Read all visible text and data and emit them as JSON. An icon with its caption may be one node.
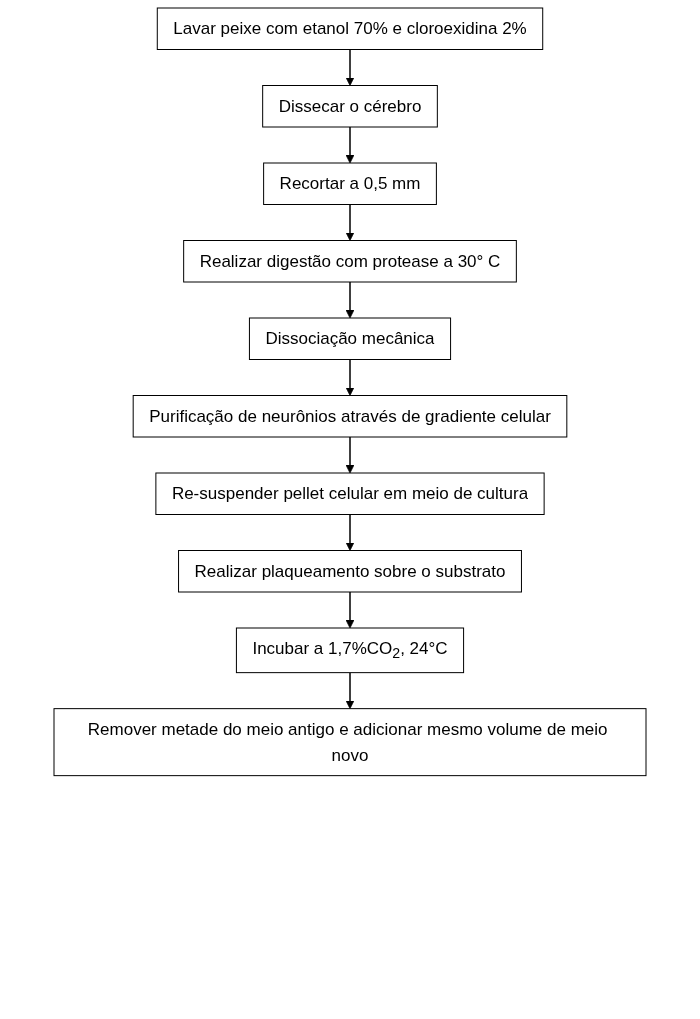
{
  "diagram": {
    "nodes": [
      {
        "text": [
          "Lavar peixe com etanol 70% e cloroexidina 2%"
        ]
      },
      {
        "text": [
          "Dissecar o cérebro"
        ]
      },
      {
        "text": [
          "Recortar a 0,5 mm"
        ]
      },
      {
        "text": [
          "Realizar digestão com protease a 30° C"
        ]
      },
      {
        "text": [
          "Dissociação mecânica"
        ]
      },
      {
        "text": [
          "Purificação de neurônios através de gradiente celular"
        ]
      },
      {
        "text": [
          "Re-suspender pellet celular em meio de cultura"
        ]
      },
      {
        "text": [
          "Realizar plaqueamento sobre o substrato"
        ]
      },
      {
        "text": [
          "Incubar a 1,7%CO$_{2}$, 24°C"
        ]
      },
      {
        "text": [
          "Remover metade do meio antigo e adicionar mesmo volume de meio novo"
        ]
      }
    ],
    "edges": [
      {
        "from": 0,
        "to": 1,
        "arrow": "to"
      },
      {
        "from": 1,
        "to": 2,
        "arrow": "to"
      },
      {
        "from": 2,
        "to": 3,
        "arrow": "to"
      },
      {
        "from": 3,
        "to": 4,
        "arrow": "to"
      },
      {
        "from": 4,
        "to": 5,
        "arrow": "to"
      },
      {
        "from": 5,
        "to": 6,
        "arrow": "to"
      },
      {
        "from": 6,
        "to": 7,
        "arrow": "to"
      },
      {
        "from": 7,
        "to": 8,
        "arrow": "to"
      },
      {
        "from": 8,
        "to": 9,
        "arrow": "to"
      }
    ]
  }
}
